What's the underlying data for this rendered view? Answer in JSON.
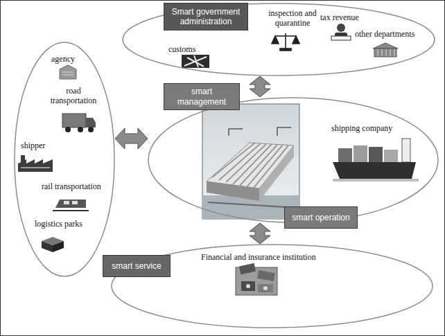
{
  "diagram": {
    "nodes": [
      {
        "text": [
          "customs",
          "inspection and quarantine",
          "tax revenue",
          "other departments"
        ]
      },
      {
        "text": [
          "Smart government administration"
        ],
        "in": 0
      },
      {
        "text": [
          "agency",
          "road transportation",
          "shipper",
          "rail transportation",
          "logistics parks"
        ]
      },
      {
        "text": [
          "shipping company"
        ]
      },
      {
        "text": [
          "smart management"
        ],
        "in": 3
      },
      {
        "text": [
          "smart operation"
        ],
        "in": 3
      },
      {
        "text": [
          "Financial and insurance institution"
        ]
      },
      {
        "text": [
          "smart service"
        ],
        "in": 6
      }
    ],
    "edges": [
      {
        "from": 0,
        "to": 3,
        "arrow": "both"
      },
      {
        "from": 2,
        "to": 3,
        "arrow": "both"
      },
      {
        "from": 3,
        "to": 6,
        "arrow": "both"
      }
    ]
  }
}
